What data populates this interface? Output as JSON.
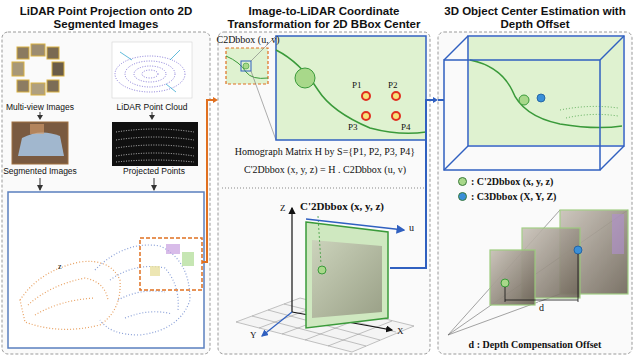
{
  "diagram": {
    "nodes": [
      {
        "text": [
          "LiDAR Point Projection onto 2D Segmented Images"
        ]
      },
      {
        "text": [
          "Multi-view Images"
        ],
        "in": 0
      },
      {
        "text": [
          "LiDAR Point Cloud"
        ],
        "in": 0
      },
      {
        "text": [
          "Segmented Images"
        ],
        "in": 0
      },
      {
        "text": [
          "Projected Points"
        ],
        "in": 0
      },
      {
        "text": [
          "Image-to-LiDAR Coordinate Transformation for 2D BBox Center"
        ]
      },
      {
        "text": [
          "3D Object Center Estimation with Depth Offset"
        ]
      }
    ],
    "edges": [
      {
        "from": 1,
        "to": 3,
        "arrow": "to"
      },
      {
        "from": 2,
        "to": 4,
        "arrow": "to"
      },
      {
        "from": 0,
        "to": 5,
        "arrow": "to"
      },
      {
        "from": 5,
        "to": 6,
        "arrow": "to"
      }
    ],
    "labels": [
      "z",
      "C2Dbbox (u, v)",
      "P1",
      "P2",
      "P3",
      "P4",
      "Homograph Matrix H by S={P1, P2, P3, P4}",
      "C'2Dbbox (x, y, z) = H . C2Dbbox (u, v)",
      "C'2Dbbox (x, y, z)",
      "u",
      "Z",
      "Y",
      "X",
      "d",
      "d : Depth Compensation Offset"
    ],
    "legend": [
      {
        "text": ": C'2Dbbox (x, y, z)",
        "color": "#a8d88a"
      },
      {
        "text": ": C3Dbbox (X, Y, Z)",
        "color": "#3a8fd8"
      }
    ]
  }
}
